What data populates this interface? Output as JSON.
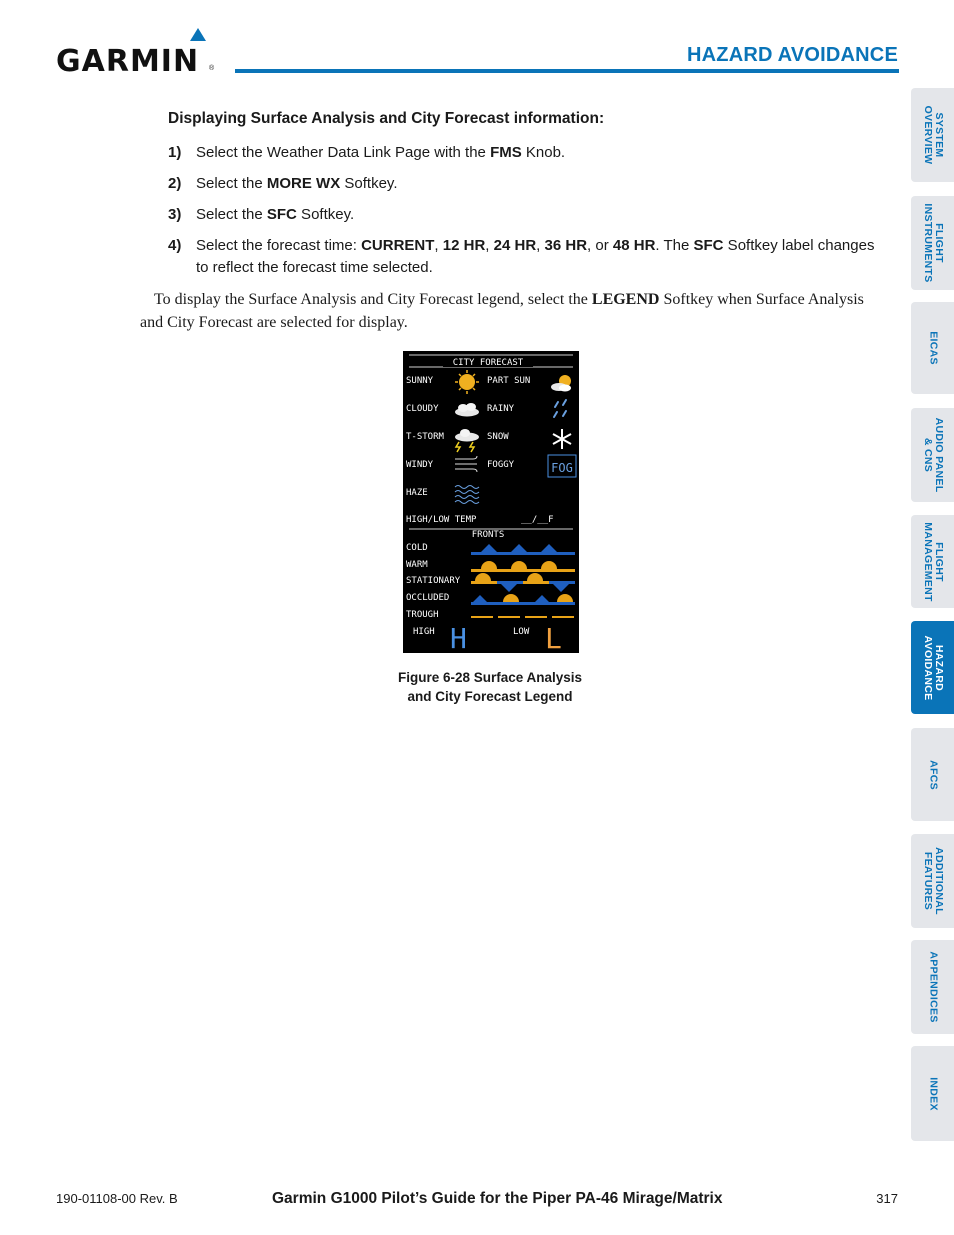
{
  "brand": {
    "name": "GARMIN"
  },
  "header": {
    "section_title": "HAZARD AVOIDANCE"
  },
  "subhead": "Displaying Surface Analysis and City Forecast information:",
  "steps": [
    {
      "num": "1)",
      "pre": "Select the Weather Data Link Page with the ",
      "bold": "FMS",
      "post": " Knob."
    },
    {
      "num": "2)",
      "pre": "Select the ",
      "bold": "MORE WX",
      "post": " Softkey."
    },
    {
      "num": "3)",
      "pre": "Select the ",
      "bold": "SFC",
      "post": " Softkey."
    },
    {
      "num": "4)",
      "pre": "Select the forecast time: ",
      "b1": "CURRENT",
      "s1": ", ",
      "b2": "12 HR",
      "s2": ", ",
      "b3": "24 HR",
      "s3": ", ",
      "b4": "36 HR",
      "s4": ", or ",
      "b5": "48 HR",
      "s5": ".  The ",
      "b6": "SFC",
      "post": " Softkey label changes to reflect the forecast time selected."
    }
  ],
  "paragraph": {
    "pre": "To display the Surface Analysis and City Forecast legend, select the ",
    "bold": "LEGEND",
    "post": " Softkey when Surface Analysis and City Forecast are selected for display."
  },
  "figure": {
    "city_forecast_title": "CITY FORECAST",
    "items": {
      "sunny": "SUNNY",
      "part_sun": "PART SUN",
      "cloudy": "CLOUDY",
      "rainy": "RAINY",
      "tstorm": "T-STORM",
      "snow": "SNOW",
      "windy": "WINDY",
      "foggy": "FOGGY",
      "haze": "HAZE",
      "high_low_temp": "HIGH/LOW TEMP",
      "temp_format": "__/__F",
      "fog_icon_text": "FOG"
    },
    "fronts_title": "FRONTS",
    "fronts": {
      "cold": "COLD",
      "warm": "WARM",
      "stationary": "STATIONARY",
      "occluded": "OCCLUDED",
      "trough": "TROUGH"
    },
    "pressure": {
      "high_label": "HIGH",
      "high_symbol": "H",
      "low_label": "LOW",
      "low_symbol": "L"
    },
    "colors": {
      "cold": "#1f5fbf",
      "warm": "#e8a317",
      "high": "#4a90e2",
      "low": "#f0a040"
    }
  },
  "caption": {
    "line1": "Figure 6-28  Surface Analysis",
    "line2": "and City Forecast Legend"
  },
  "tabs": [
    {
      "label": "SYSTEM\nOVERVIEW",
      "active": false
    },
    {
      "label": "FLIGHT\nINSTRUMENTS",
      "active": false
    },
    {
      "label": "EICAS",
      "active": false
    },
    {
      "label": "AUDIO PANEL\n& CNS",
      "active": false
    },
    {
      "label": "FLIGHT\nMANAGEMENT",
      "active": false
    },
    {
      "label": "HAZARD\nAVOIDANCE",
      "active": true
    },
    {
      "label": "AFCS",
      "active": false
    },
    {
      "label": "ADDITIONAL\nFEATURES",
      "active": false
    },
    {
      "label": "APPENDICES",
      "active": false
    },
    {
      "label": "INDEX",
      "active": false
    }
  ],
  "footer": {
    "doc_number": "190-01108-00  Rev. B",
    "title": "Garmin G1000 Pilot’s Guide for the Piper PA-46 Mirage/Matrix",
    "page": "317"
  }
}
